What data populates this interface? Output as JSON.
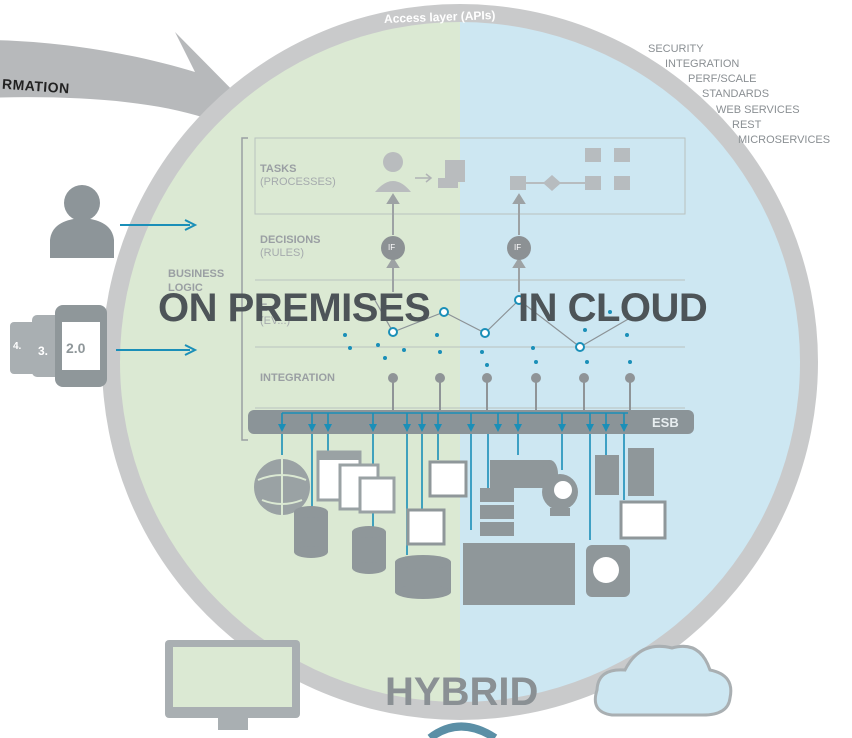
{
  "header": {
    "access_layer": "Access layer (APIs)",
    "transformation_arrow": "RMATION"
  },
  "capabilities": [
    "SECURITY",
    "INTEGRATION",
    "PERF/SCALE",
    "STANDARDS",
    "WEB SERVICES",
    "REST",
    "MICROSERVICES"
  ],
  "layers": {
    "tasks": {
      "title": "TASKS",
      "subtitle": "(PROCESSES)"
    },
    "decisions": {
      "title": "DECISIONS",
      "subtitle": "(RULES)"
    },
    "events": {
      "title": "E",
      "subtitle": "(EV...)"
    },
    "integration": {
      "title": "INTEGRATION"
    },
    "business_logic": {
      "line1": "BUSINESS",
      "line2": "LOGIC"
    }
  },
  "rule_badge": "IF",
  "bus_label": "ESB",
  "regions": {
    "left": "ON PREMISES",
    "right": "IN CLOUD"
  },
  "bottom_label": "HYBRID",
  "device_versions": [
    "4.",
    "3.",
    "2.0"
  ],
  "colors": {
    "on_premises": "#dbe9d3",
    "in_cloud": "#cde7f2",
    "ring": "#c9cacb",
    "accent": "#1a8fb8",
    "text_dark": "#4d5458"
  },
  "icons": [
    "user-icon",
    "devices-icon",
    "agent-icon",
    "delivery-icon",
    "workflow-icon",
    "globe-icon",
    "table-icon",
    "database-icon",
    "browser-window-icon",
    "server-icon",
    "pipe-icon",
    "app-grid-icon",
    "idea-chart-icon",
    "buildings-icon",
    "cloud-sync-icon",
    "desktop-monitor-icon",
    "cloud-icon"
  ]
}
